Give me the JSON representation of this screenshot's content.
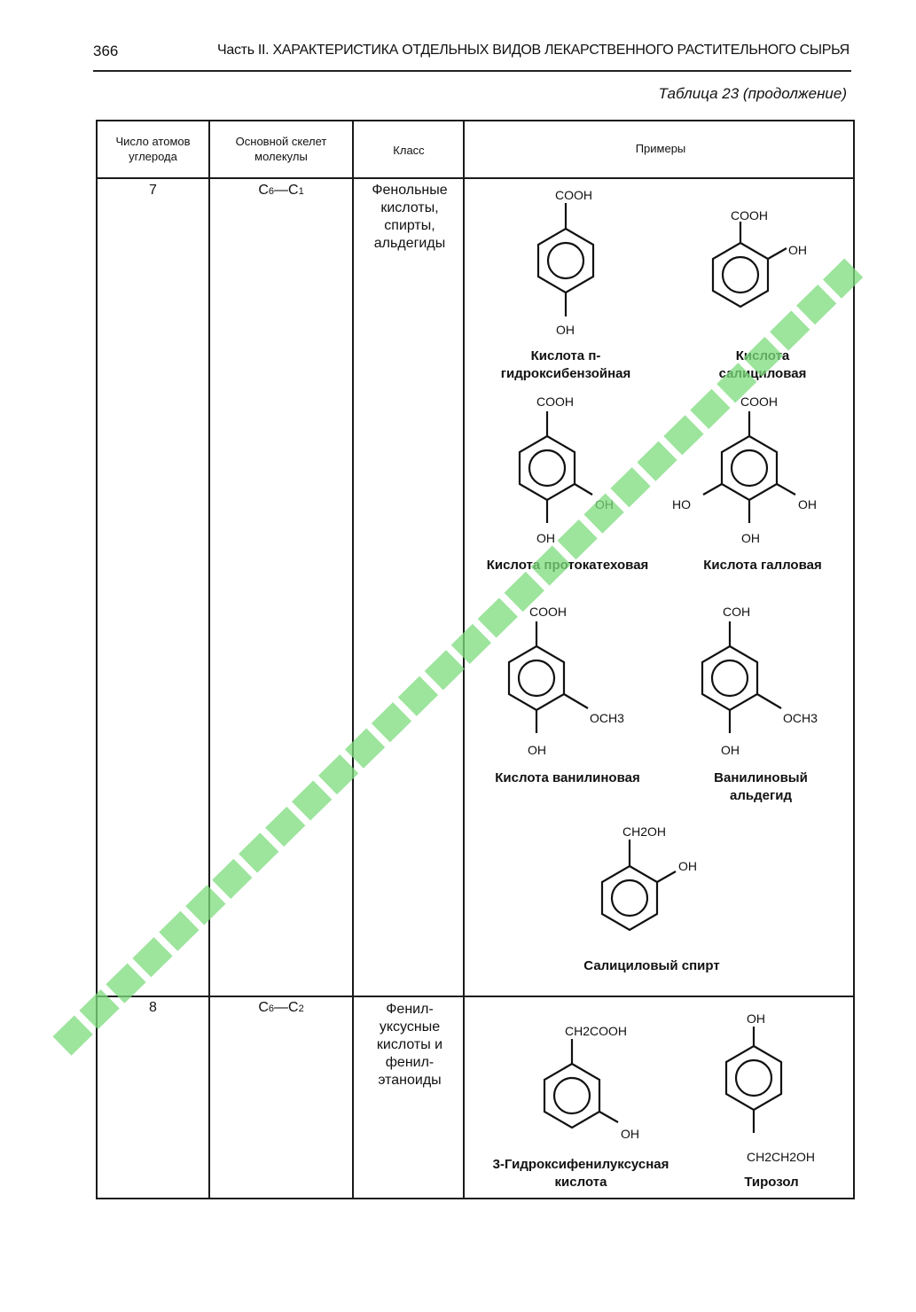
{
  "page": {
    "number": "366",
    "running_head": "Часть II. ХАРАКТЕРИСТИКА ОТДЕЛЬНЫХ ВИДОВ ЛЕКАРСТВЕННОГО РАСТИТЕЛЬНОГО СЫРЬЯ",
    "table_caption": "Таблица 23 (продолжение)"
  },
  "table": {
    "headers": [
      "Число атомов углерода",
      "Основной скелет молекулы",
      "Класс",
      "Примеры"
    ],
    "rows": [
      {
        "carbons": "7",
        "skeleton": {
          "base": "C",
          "sub1": "6",
          "dash": "—C",
          "sub2": "1"
        },
        "class": "Фенольные кислоты, спирты, альдегиды",
        "examples": [
          {
            "name": "Кислота п-гидроксибензойная",
            "groups": [
              "COOH",
              "OH"
            ]
          },
          {
            "name": "Кислота салициловая",
            "groups": [
              "COOH",
              "OH"
            ]
          },
          {
            "name": "Кислота протокатеховая",
            "groups": [
              "COOH",
              "OH",
              "OH"
            ]
          },
          {
            "name": "Кислота галловая",
            "groups": [
              "COOH",
              "HO",
              "OH",
              "OH"
            ]
          },
          {
            "name": "Кислота ванилиновая",
            "groups": [
              "COOH",
              "OCH3",
              "OH"
            ]
          },
          {
            "name": "Ванилиновый альдегид",
            "groups": [
              "COH",
              "OCH3",
              "OH"
            ]
          },
          {
            "name": "Салициловый спирт",
            "groups": [
              "CH2OH",
              "OH"
            ]
          }
        ]
      },
      {
        "carbons": "8",
        "skeleton": {
          "base": "C",
          "sub1": "6",
          "dash": "—C",
          "sub2": "2"
        },
        "class": "Фенил-уксусные кислоты и фенил-этаноиды",
        "examples": [
          {
            "name": "3-Гидроксифенилуксусная кислота",
            "groups": [
              "CH2COOH",
              "OH"
            ]
          },
          {
            "name": "Тирозол",
            "groups": [
              "OH",
              "CH2CH2OH"
            ]
          }
        ]
      }
    ]
  },
  "colors": {
    "ink": "#111111",
    "watermark": "#7ddc7d"
  }
}
